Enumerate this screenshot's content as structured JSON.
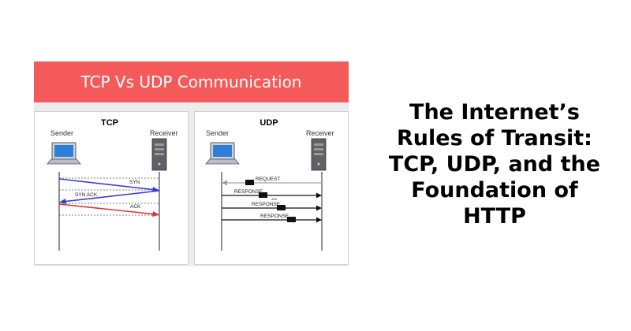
{
  "banner": {
    "title": "TCP Vs UDP Communication"
  },
  "tcp": {
    "title": "TCP",
    "sender": "Sender",
    "receiver": "Receiver",
    "messages": [
      "SYN",
      "SYN ACK",
      "ACK"
    ]
  },
  "udp": {
    "title": "UDP",
    "sender": "Sender",
    "receiver": "Receiver",
    "messages": [
      "REQUEST",
      "RESPONSE",
      "RESPONSE",
      "RESPONSE"
    ],
    "ellipsis": "***"
  },
  "heading": {
    "lines": [
      "The Internet’s",
      "Rules of Transit:",
      "TCP, UDP, and the",
      "Foundation of",
      "HTTP"
    ]
  },
  "colors": {
    "banner": "#f55a5a",
    "syn": "#3a3ae0",
    "ack": "#e03030",
    "request": "#a0a0a0"
  }
}
